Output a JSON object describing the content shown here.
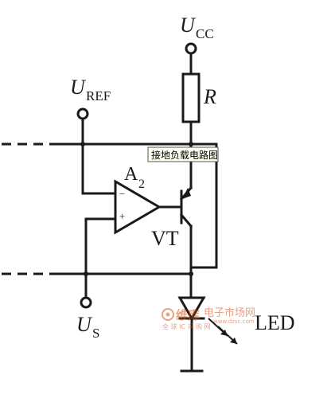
{
  "labels": {
    "ucc_main": "U",
    "ucc_sub": "CC",
    "uref_main": "U",
    "uref_sub": "REF",
    "resistor": "R",
    "opamp_main": "A",
    "opamp_sub": "2",
    "opamp_minus": "−",
    "opamp_plus": "+",
    "transistor": "VT",
    "us_main": "U",
    "us_sub": "S",
    "led": "LED"
  },
  "tooltip": {
    "text": "接地负载电路图"
  },
  "watermark": {
    "brand": "维库",
    "site": "电子市场网",
    "url": "www.dzsc.com",
    "slogan": "全 球 IC 采 购 网"
  }
}
